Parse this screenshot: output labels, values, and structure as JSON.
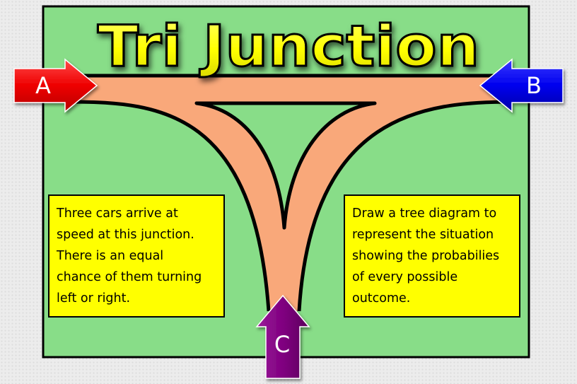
{
  "title": "Tri Junction",
  "arrows": {
    "a": {
      "label": "A",
      "color": "#ff0000"
    },
    "b": {
      "label": "B",
      "color": "#0000ff"
    },
    "c": {
      "label": "C",
      "color": "#800080"
    }
  },
  "boxes": {
    "left": {
      "lines": [
        "Three cars arrive at",
        "speed at this junction.",
        "There is an equal",
        "chance of them turning",
        "left or right."
      ]
    },
    "right": {
      "lines": [
        "Draw a tree diagram to",
        "represent the situation",
        "showing the probabilies",
        "of every possible",
        "outcome."
      ]
    }
  },
  "colors": {
    "field": "#88dd88",
    "road": "#f9a87a",
    "title_fill": "#ffff00",
    "textbox": "#ffff00"
  }
}
